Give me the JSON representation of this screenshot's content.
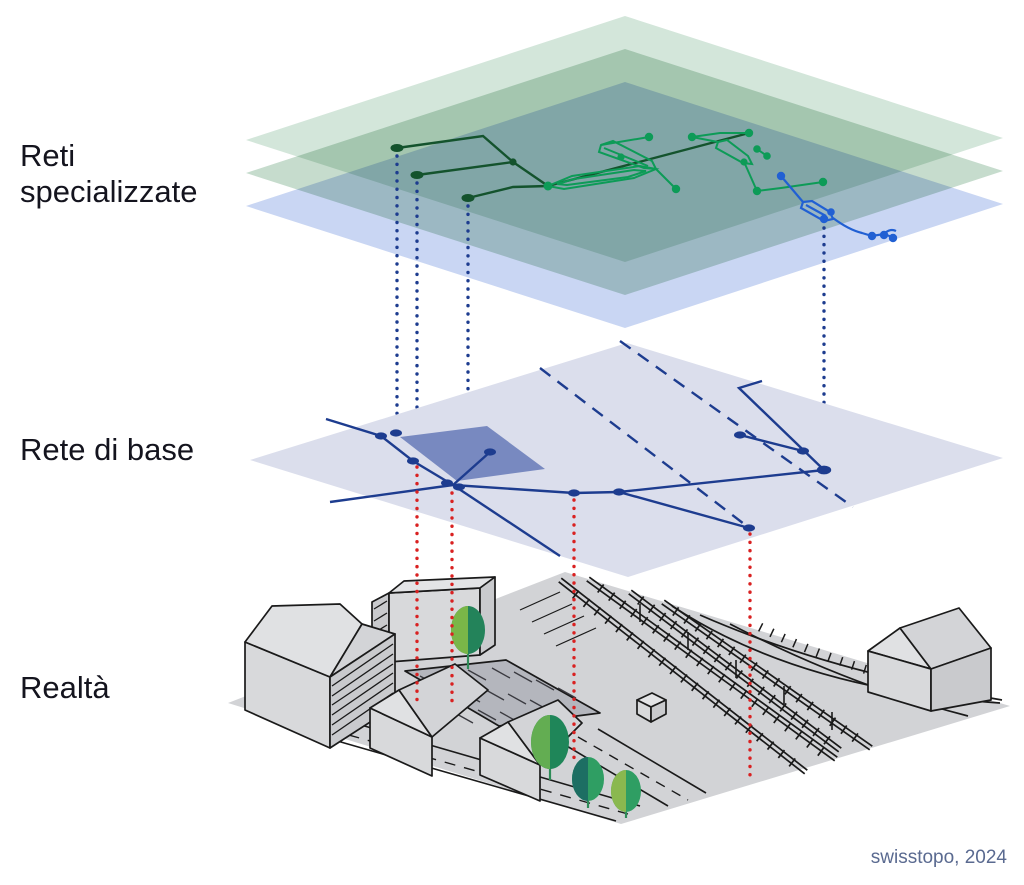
{
  "labels": {
    "level_specialized": "Reti specializzate",
    "level_base": "Rete di base",
    "level_reality": "Realtà"
  },
  "attribution": "swisstopo, 2024",
  "colors": {
    "label_text": "#14141e",
    "attribution_text": "#5a6a90",
    "layer_green_top": "#d3e6da",
    "layer_green_middle": "#c6dccd",
    "layer_blue": "#c9d6f3",
    "base_layer_fill": "#dbdeec",
    "base_area_fill": "#7889c0",
    "network_dark_green": "#14532d",
    "network_green": "#0d9b57",
    "network_blue": "#2160d3",
    "base_network_navy": "#1d3c8f",
    "connector_blue": "#1d3c8f",
    "connector_red": "#d92121",
    "ground_fill": "#d2d3d6",
    "building_fill": "#d8d9db",
    "building_stroke": "#1a1a1a",
    "parking_fill": "#b4b6bd",
    "tree_green_dark": "#23835a",
    "tree_green_light": "#7ab648",
    "tree_teal": "#1d6e63"
  },
  "structure": {
    "specialized_layer_count": 3,
    "blue_connector_count": 4,
    "red_connector_count": 4
  }
}
